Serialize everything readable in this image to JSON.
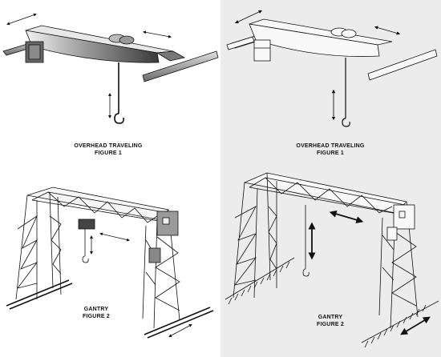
{
  "left_panel": {
    "figure1": {
      "title": "OVERHEAD TRAVELING",
      "number": "FIGURE 1"
    },
    "figure2": {
      "title": "GANTRY",
      "number": "FIGURE 2"
    }
  },
  "right_panel": {
    "figure1": {
      "title": "OVERHEAD TRAVELING",
      "number": "FIGURE 1"
    },
    "figure2": {
      "title": "GANTRY",
      "number": "FIGURE 2"
    }
  },
  "colors": {
    "left_background": "#ffffff",
    "right_background": "#ececec",
    "line": "#111111",
    "shade_dark": "#555555",
    "shade_light": "#cfcfcf"
  }
}
